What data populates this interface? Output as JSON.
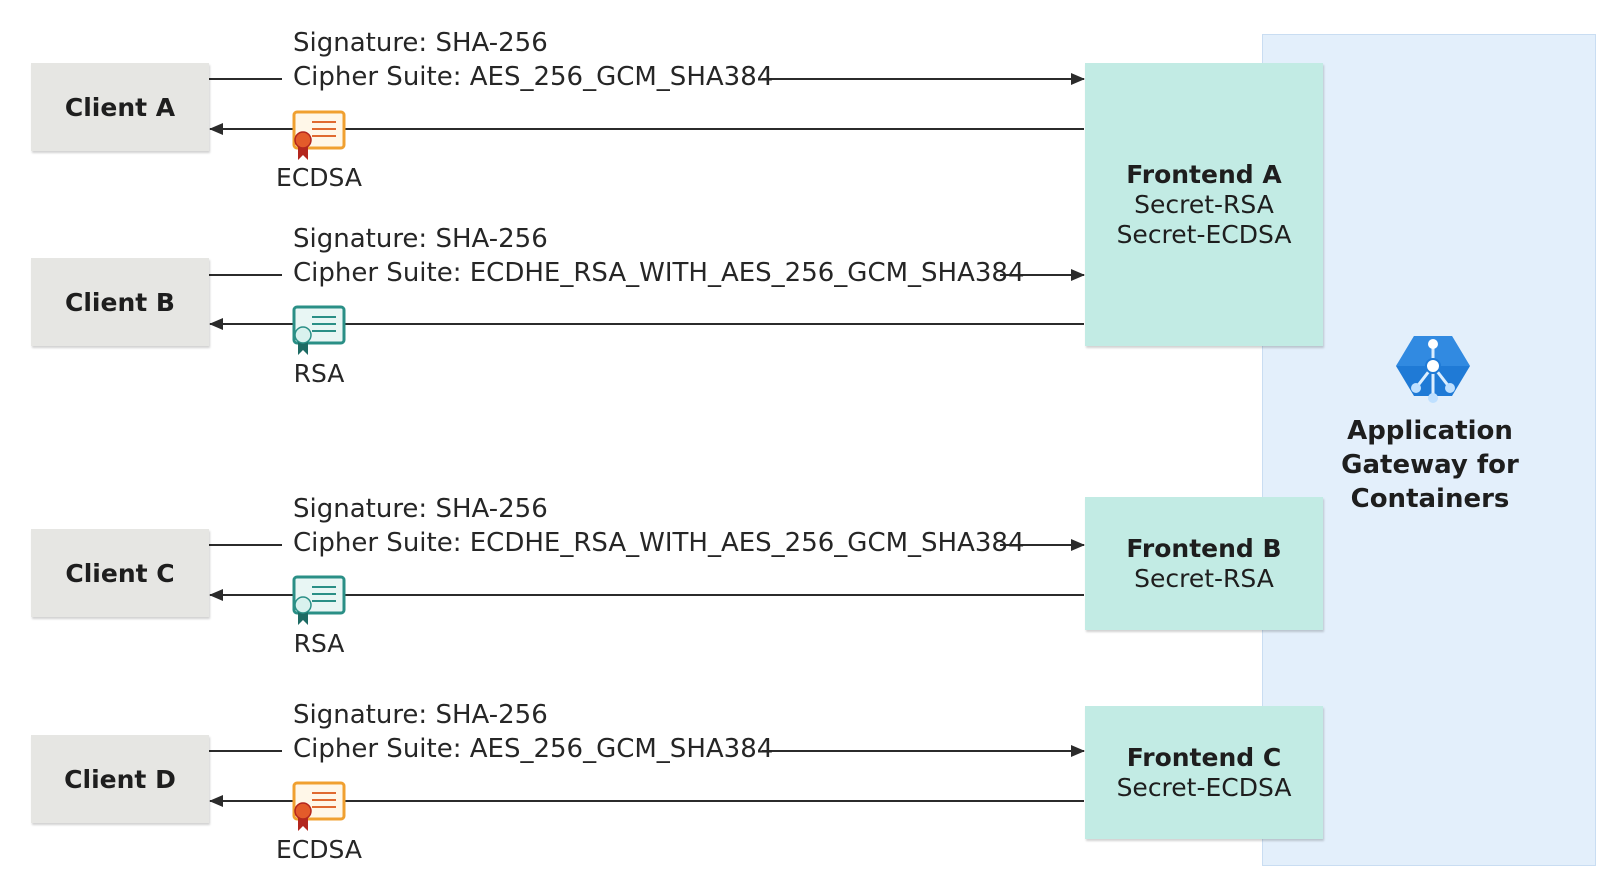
{
  "gateway": {
    "title_lines": [
      "Application",
      "Gateway for",
      "Containers"
    ],
    "icon": "application-gateway-for-containers-icon"
  },
  "frontends": [
    {
      "title": "Frontend A",
      "secrets": [
        "Secret-RSA",
        "Secret-ECDSA"
      ]
    },
    {
      "title": "Frontend B",
      "secrets": [
        "Secret-RSA"
      ]
    },
    {
      "title": "Frontend C",
      "secrets": [
        "Secret-ECDSA"
      ]
    }
  ],
  "clients": [
    {
      "name": "Client A",
      "signature": "Signature: SHA-256",
      "cipher": "Cipher Suite: AES_256_GCM_SHA384",
      "certificate": "ECDSA",
      "cert_color": "#f0a030"
    },
    {
      "name": "Client B",
      "signature": "Signature: SHA-256",
      "cipher": "Cipher Suite: ECDHE_RSA_WITH_AES_256_GCM_SHA384",
      "certificate": "RSA",
      "cert_color": "#2a8f86"
    },
    {
      "name": "Client C",
      "signature": "Signature: SHA-256",
      "cipher": "Cipher Suite: ECDHE_RSA_WITH_AES_256_GCM_SHA384",
      "certificate": "RSA",
      "cert_color": "#2a8f86"
    },
    {
      "name": "Client D",
      "signature": "Signature: SHA-256",
      "cipher": "Cipher Suite: AES_256_GCM_SHA384",
      "certificate": "ECDSA",
      "cert_color": "#f0a030"
    }
  ]
}
